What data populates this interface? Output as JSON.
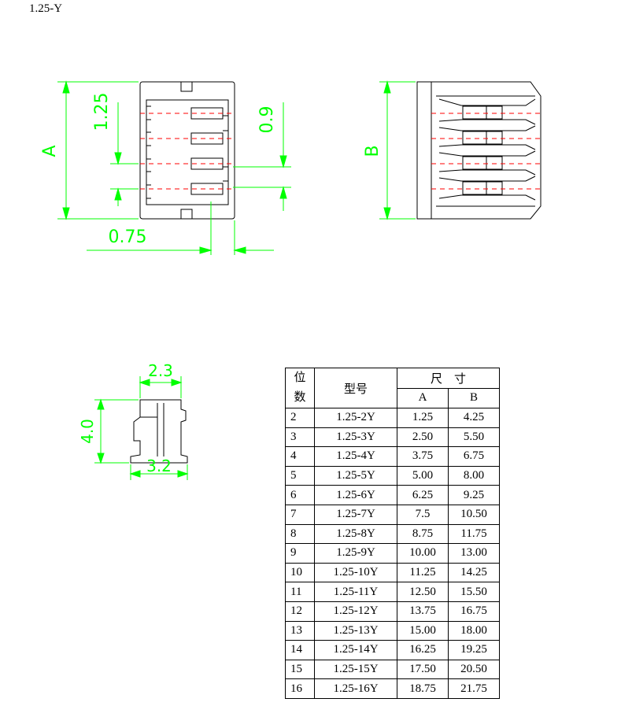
{
  "title": "1.25-Y",
  "front_view": {
    "dim_A": "A",
    "dim_pitch": "1.25",
    "dim_pin": "0.9",
    "dim_offset": "0.75"
  },
  "top_view": {
    "dim_B": "B"
  },
  "side_view": {
    "dim_width_top": "2.3",
    "dim_height": "4.0",
    "dim_width_bottom": "3.2"
  },
  "table": {
    "header_pos_chars": [
      "位",
      "数"
    ],
    "header_model": "型号",
    "header_size": "尺　寸",
    "header_a": "A",
    "header_b": "B",
    "rows": [
      {
        "pos": "2",
        "model": "1.25-2Y",
        "a": "1.25",
        "b": "4.25"
      },
      {
        "pos": "3",
        "model": "1.25-3Y",
        "a": "2.50",
        "b": "5.50"
      },
      {
        "pos": "4",
        "model": "1.25-4Y",
        "a": "3.75",
        "b": "6.75"
      },
      {
        "pos": "5",
        "model": "1.25-5Y",
        "a": "5.00",
        "b": "8.00"
      },
      {
        "pos": "6",
        "model": "1.25-6Y",
        "a": "6.25",
        "b": "9.25"
      },
      {
        "pos": "7",
        "model": "1.25-7Y",
        "a": "7.5",
        "b": "10.50"
      },
      {
        "pos": "8",
        "model": "1.25-8Y",
        "a": "8.75",
        "b": "11.75"
      },
      {
        "pos": "9",
        "model": "1.25-9Y",
        "a": "10.00",
        "b": "13.00"
      },
      {
        "pos": "10",
        "model": "1.25-10Y",
        "a": "11.25",
        "b": "14.25"
      },
      {
        "pos": "11",
        "model": "1.25-11Y",
        "a": "12.50",
        "b": "15.50"
      },
      {
        "pos": "12",
        "model": "1.25-12Y",
        "a": "13.75",
        "b": "16.75"
      },
      {
        "pos": "13",
        "model": "1.25-13Y",
        "a": "15.00",
        "b": "18.00"
      },
      {
        "pos": "14",
        "model": "1.25-14Y",
        "a": "16.25",
        "b": "19.25"
      },
      {
        "pos": "15",
        "model": "1.25-15Y",
        "a": "17.50",
        "b": "20.50"
      },
      {
        "pos": "16",
        "model": "1.25-16Y",
        "a": "18.75",
        "b": "21.75"
      }
    ]
  },
  "colors": {
    "dimension": "#00ff00",
    "centerline": "#ff0000",
    "outline": "#000000"
  }
}
